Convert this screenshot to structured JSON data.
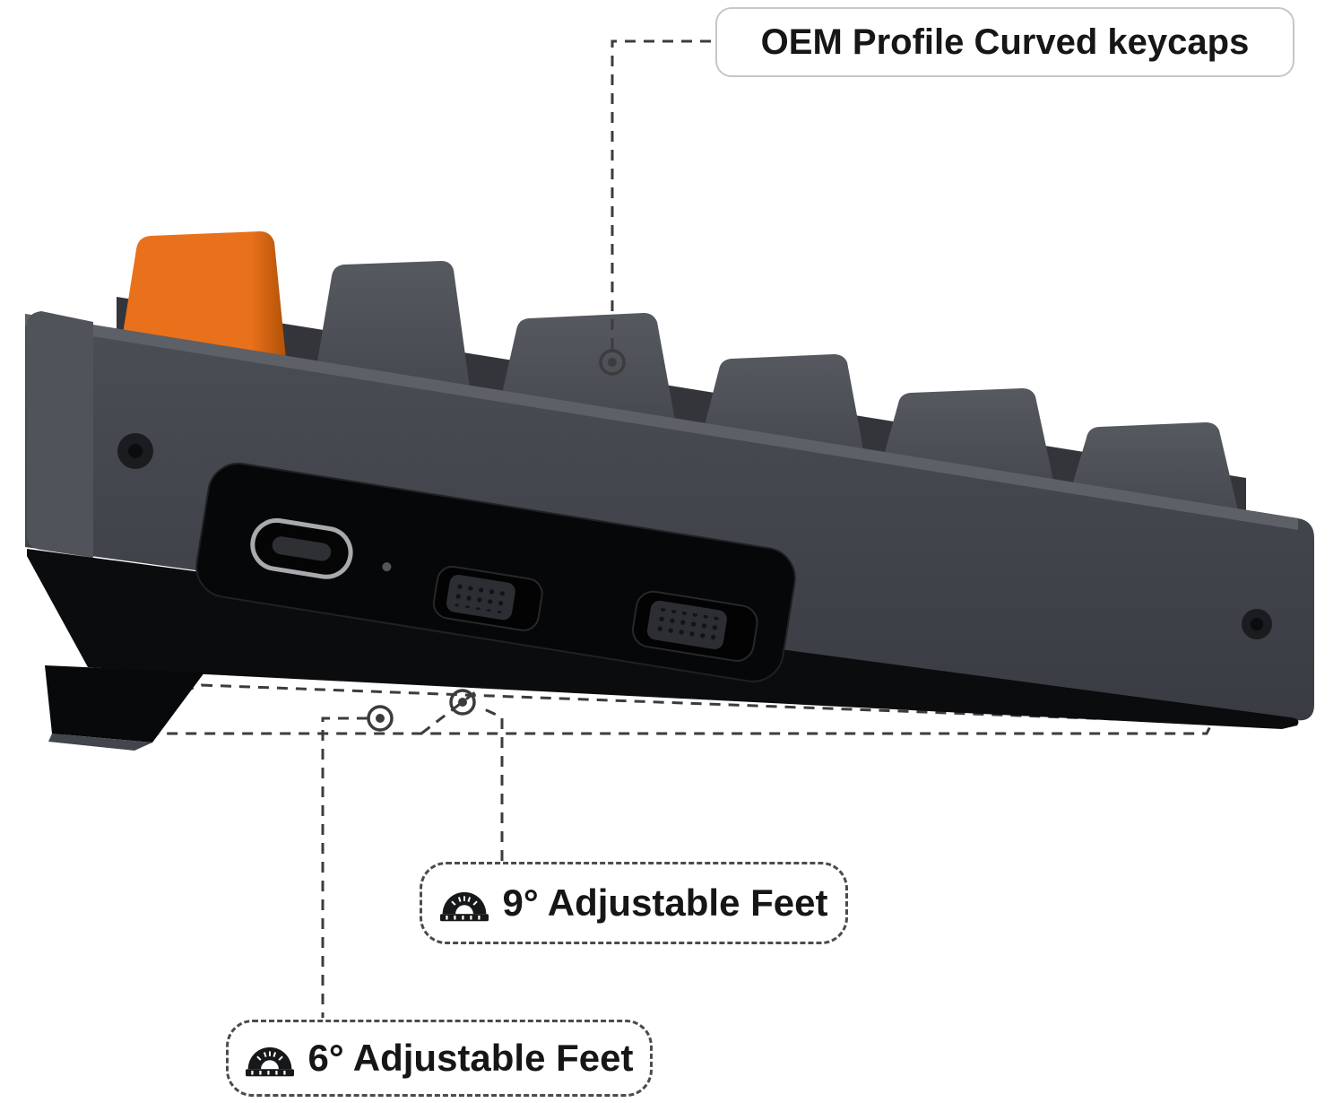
{
  "callouts": {
    "keycaps": {
      "label": "OEM Profile Curved keycaps"
    },
    "feet_9": {
      "label": "9° Adjustable Feet",
      "icon": "protractor-icon"
    },
    "feet_6": {
      "label": "6° Adjustable Feet",
      "icon": "protractor-icon"
    }
  },
  "colors": {
    "background": "#ffffff",
    "accent_orange": "#e9711c",
    "keycap_gray": "#565960",
    "case_gray": "#4b4e55",
    "case_black": "#0b0c0e",
    "annotation_ink": "#3c3c3c",
    "icon_ink": "#17181a",
    "text_ink": "#161616",
    "box_border_solid": "#c7c7c7",
    "box_border_dashed": "#4b4b4b"
  }
}
